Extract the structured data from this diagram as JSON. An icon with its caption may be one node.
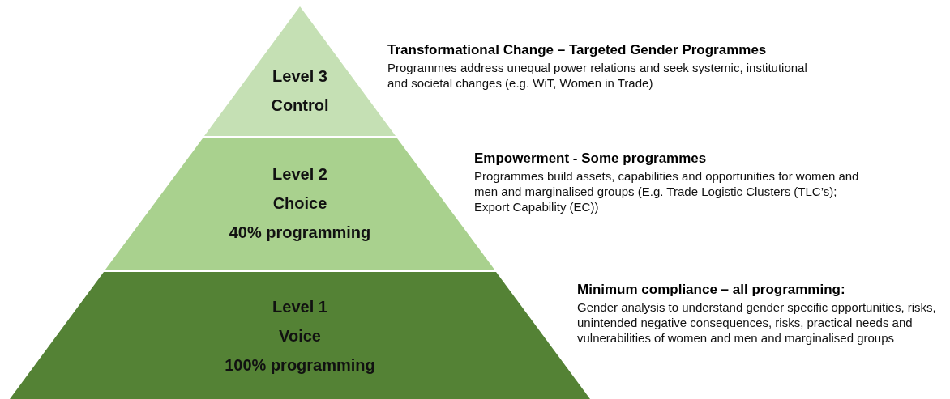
{
  "diagram": {
    "nodes": [
      {
        "text": [
          "Level 3",
          "Control"
        ],
        "beside": [
          "Transformational Change – Targeted Gender Programmes",
          "Programmes address unequal power relations and seek systemic, institutional and societal changes (e.g. WiT, Women in Trade)"
        ]
      },
      {
        "text": [
          "Level 2",
          "Choice",
          "40% programming"
        ],
        "beside": [
          "Empowerment - Some programmes",
          "Programmes build assets, capabilities and opportunities for women and men and marginalised groups (E.g. Trade Logistic Clusters (TLC’s); Export Capability (EC))"
        ]
      },
      {
        "text": [
          "Level 1",
          "Voice",
          "100% programming"
        ],
        "beside": [
          "Minimum compliance – all programming:",
          "Gender analysis to understand gender specific opportunities, risks, unintended negative consequences, risks, practical needs and vulnerabilities of women and men and marginalised groups"
        ]
      }
    ]
  }
}
